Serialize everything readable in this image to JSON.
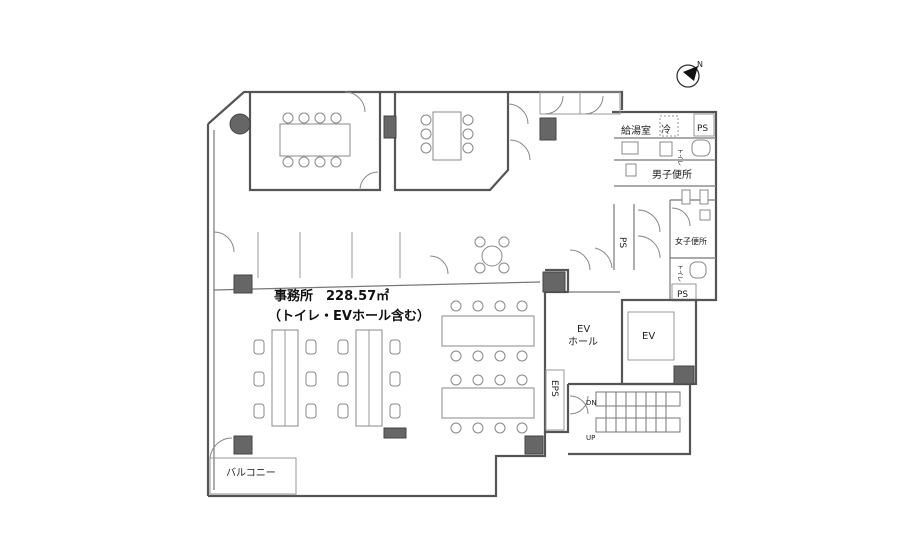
{
  "office": {
    "title": "事務所　228.57㎡",
    "subtitle": "（トイレ・EVホール含む）"
  },
  "rooms": {
    "kitchen": "給湯室",
    "fridge": "冷",
    "ps_top": "PS",
    "ps_mid": "PS",
    "ps_bottom": "PS",
    "toilet_label": "トイレ",
    "mens": "男子便所",
    "womens": "女子便所",
    "toilet_label2": "トイレ",
    "ev_hall_1": "EV",
    "ev_hall_2": "ホール",
    "ev": "EV",
    "eps": "EPS",
    "stair_dn": "DN",
    "stair_up": "UP",
    "balcony": "バルコニー"
  },
  "compass": {
    "north": "N"
  }
}
